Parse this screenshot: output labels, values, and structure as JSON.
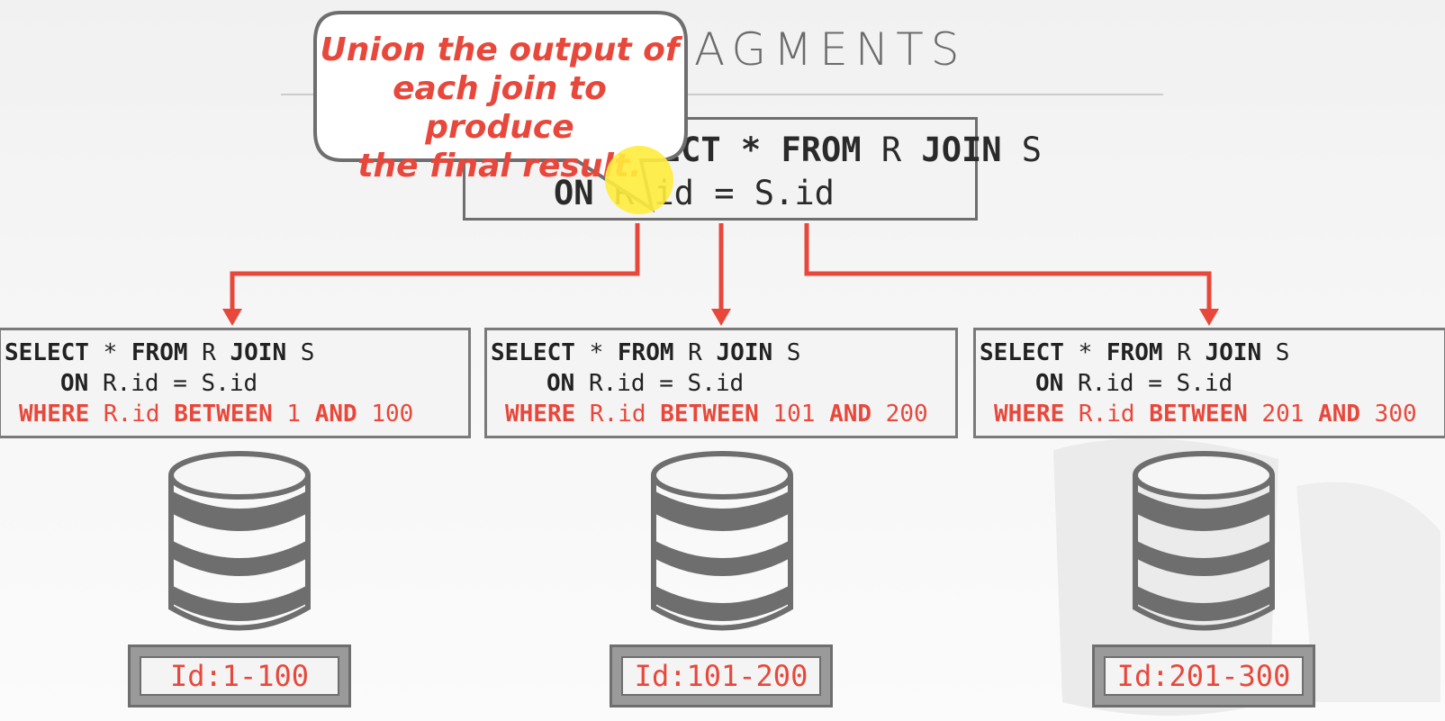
{
  "slide": {
    "title": "JOIN FRAGMENTS"
  },
  "callout": {
    "line1": "Union the output of",
    "line2": "each join to produce",
    "line3": "the final result."
  },
  "main_query": {
    "line1": [
      {
        "t": "SELECT * ",
        "k": true
      },
      {
        "t": "FROM",
        "k": true
      },
      {
        "t": " R ",
        "k": false
      },
      {
        "t": "JOIN",
        "k": true
      },
      {
        "t": " S",
        "k": false
      }
    ],
    "line2": [
      {
        "t": "ON",
        "k": true
      },
      {
        "t": " R.id = S.id",
        "k": false
      }
    ]
  },
  "fragments": [
    {
      "line1": [
        {
          "t": "SELECT",
          "k": true
        },
        {
          "t": " * ",
          "k": false
        },
        {
          "t": "FROM",
          "k": true
        },
        {
          "t": " R ",
          "k": false
        },
        {
          "t": "JOIN",
          "k": true
        },
        {
          "t": " S",
          "k": false
        }
      ],
      "line2": [
        {
          "t": "ON",
          "k": true
        },
        {
          "t": " R.id = S.id",
          "k": false
        }
      ],
      "line3": [
        {
          "t": "WHERE",
          "k": true
        },
        {
          "t": " R.id ",
          "k": false
        },
        {
          "t": "BETWEEN",
          "k": true
        },
        {
          "t": " 1 ",
          "k": false
        },
        {
          "t": "AND",
          "k": true
        },
        {
          "t": " 100",
          "k": false
        }
      ],
      "partition_label": "Id:1-100"
    },
    {
      "line1": [
        {
          "t": "SELECT",
          "k": true
        },
        {
          "t": " * ",
          "k": false
        },
        {
          "t": "FROM",
          "k": true
        },
        {
          "t": " R ",
          "k": false
        },
        {
          "t": "JOIN",
          "k": true
        },
        {
          "t": " S",
          "k": false
        }
      ],
      "line2": [
        {
          "t": "ON",
          "k": true
        },
        {
          "t": " R.id = S.id",
          "k": false
        }
      ],
      "line3": [
        {
          "t": "WHERE",
          "k": true
        },
        {
          "t": " R.id ",
          "k": false
        },
        {
          "t": "BETWEEN",
          "k": true
        },
        {
          "t": " 101 ",
          "k": false
        },
        {
          "t": "AND",
          "k": true
        },
        {
          "t": " 200",
          "k": false
        }
      ],
      "partition_label": "Id:101-200"
    },
    {
      "line1": [
        {
          "t": "SELECT",
          "k": true
        },
        {
          "t": " * ",
          "k": false
        },
        {
          "t": "FROM",
          "k": true
        },
        {
          "t": " R ",
          "k": false
        },
        {
          "t": "JOIN",
          "k": true
        },
        {
          "t": " S",
          "k": false
        }
      ],
      "line2": [
        {
          "t": "ON",
          "k": true
        },
        {
          "t": " R.id = S.id",
          "k": false
        }
      ],
      "line3": [
        {
          "t": "WHERE",
          "k": true
        },
        {
          "t": " R.id ",
          "k": false
        },
        {
          "t": "BETWEEN",
          "k": true
        },
        {
          "t": " 201 ",
          "k": false
        },
        {
          "t": "AND",
          "k": true
        },
        {
          "t": " 300",
          "k": false
        }
      ],
      "partition_label": "Id:201-300"
    }
  ],
  "colors": {
    "accent_red": "#e8483b",
    "db_gray": "#6e6e6e",
    "text_dark": "#222222"
  },
  "icons": {
    "database": "database-icon",
    "pointer": "cursor-highlight"
  }
}
